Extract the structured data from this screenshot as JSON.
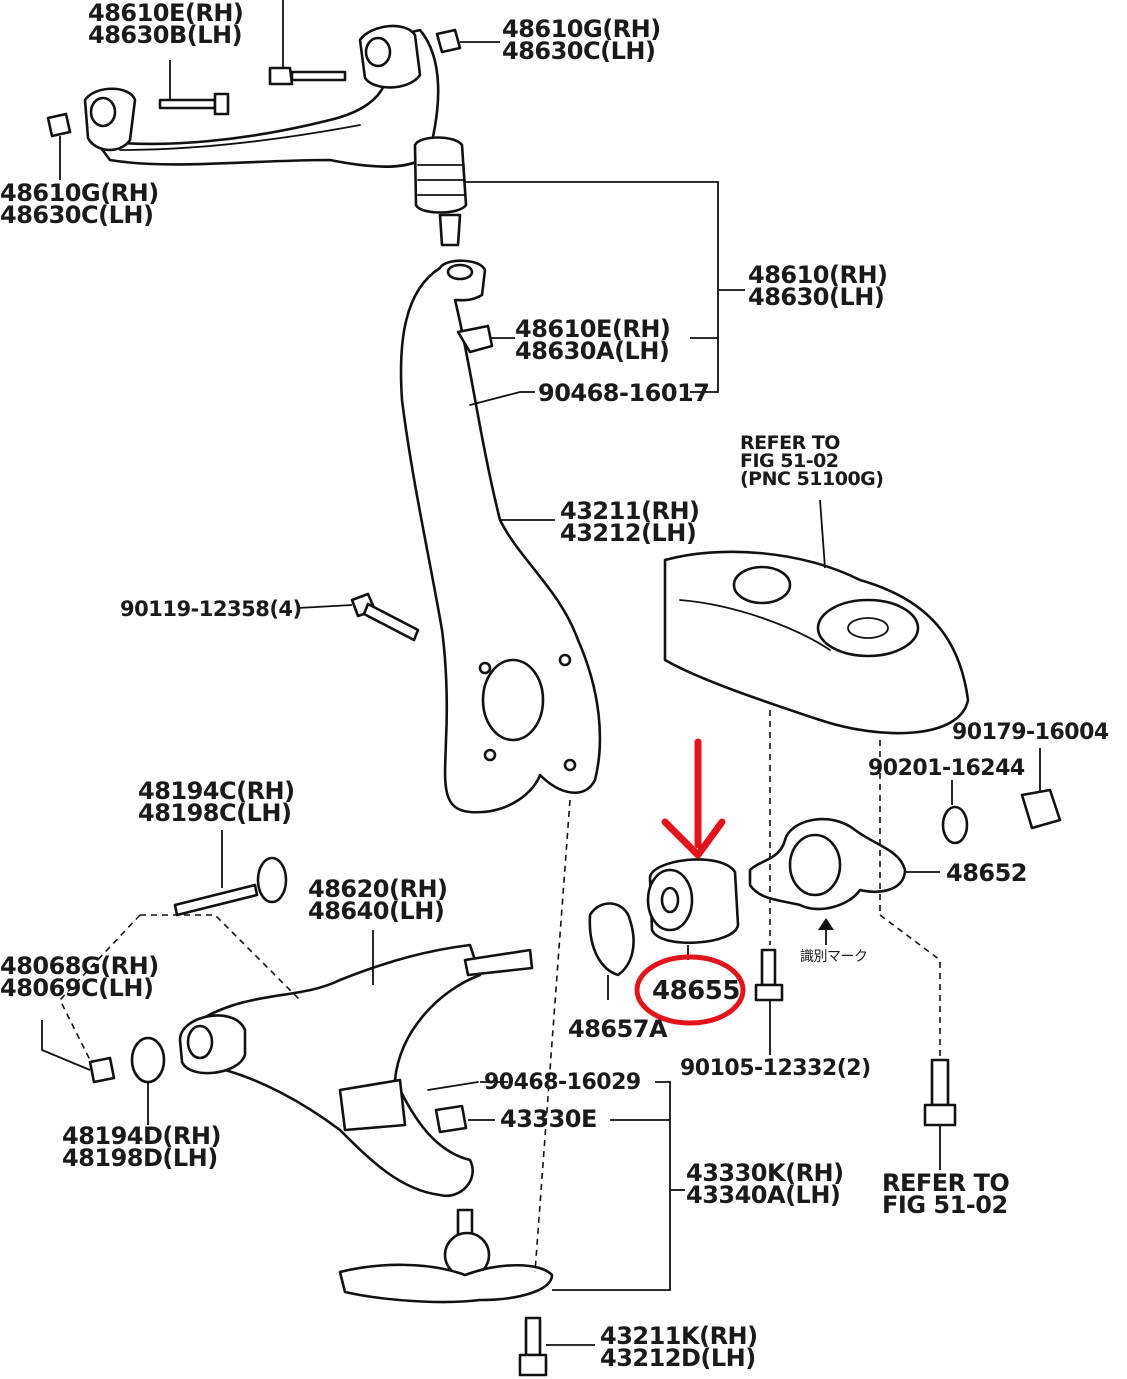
{
  "accent_color": "#e3131b",
  "labels": {
    "upper_arm_bush_front": [
      "48610E(RH)",
      "48630B(LH)"
    ],
    "upper_arm_cap_right": [
      "48610G(RH)",
      "48630C(LH)"
    ],
    "upper_arm_cap_left": [
      "48610G(RH)",
      "48630C(LH)"
    ],
    "upper_arm": [
      "48610(RH)",
      "48630(LH)"
    ],
    "upper_arm_nut": [
      "48610E(RH)",
      "48630A(LH)"
    ],
    "cotter_pin_upper": "90468-16017",
    "steering_knuckle": [
      "43211(RH)",
      "43212(LH)"
    ],
    "refer_upper": [
      "REFER TO",
      "FIG 51-02",
      "(PNC 51100G)"
    ],
    "knuckle_bolt": "90119-12358(4)",
    "washer": "90179-16004",
    "nut_90201": "90201-16244",
    "bracket": "48652",
    "camber_bolt": [
      "48194C(RH)",
      "48198C(LH)"
    ],
    "lower_arm": [
      "48620(RH)",
      "48640(LH)"
    ],
    "nut_lower_left": [
      "48068G(RH)",
      "48069C(LH)"
    ],
    "cam_plate": [
      "48194D(RH)",
      "48198D(LH)"
    ],
    "bush_highlighted": "48655",
    "stopper": "48657A",
    "bolt_90105": "90105-12332(2)",
    "identification_mark": "識別マーク",
    "cotter_pin_lower": "90468-16029",
    "ball_joint_nut": "43330E",
    "ball_joint": [
      "43330K(RH)",
      "43340A(LH)"
    ],
    "refer_lower": [
      "REFER TO",
      "FIG 51-02"
    ],
    "ball_joint_bolt": [
      "43211K(RH)",
      "43212D(LH)"
    ]
  }
}
